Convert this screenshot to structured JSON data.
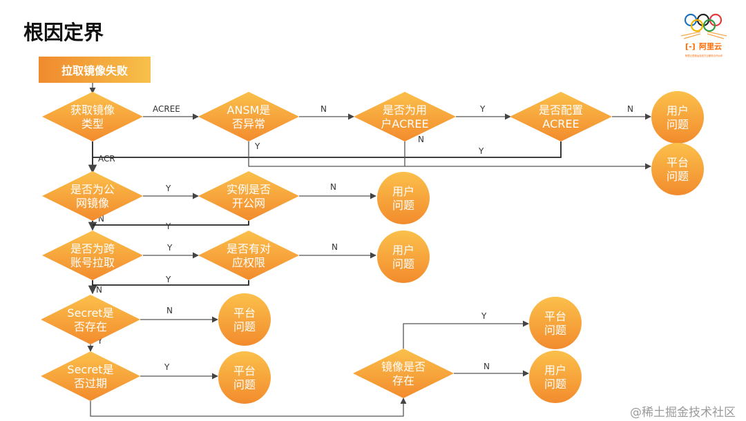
{
  "title": "根因定界",
  "start_label": "拉取镜像失败",
  "logo": {
    "brand": "阿里云",
    "icon": "olympic-rings-icon",
    "tagline": "阿里云是奥运会官方云服务合作伙伴"
  },
  "watermark": "@稀土掘金技术社区",
  "colors": {
    "shape_light": "#fbc04b",
    "shape_dark": "#f28b2d",
    "text": "#ffffff",
    "line": "#555555"
  },
  "nodes": {
    "d_type": [
      "获取镜像",
      "类型"
    ],
    "d_ansm": [
      "ANSM是",
      "否异常"
    ],
    "d_user_acree": [
      "是否为用",
      "户ACREE"
    ],
    "d_config": [
      "是否配置",
      "ACREE"
    ],
    "c_user1": [
      "用户",
      "问题"
    ],
    "c_plat1": [
      "平台",
      "问题"
    ],
    "d_public": [
      "是否为公",
      "网镜像"
    ],
    "d_inst": [
      "实例是否",
      "开公网"
    ],
    "c_user2": [
      "用户",
      "问题"
    ],
    "d_cross": [
      "是否为跨",
      "账号拉取"
    ],
    "d_perm": [
      "是否有对",
      "应权限"
    ],
    "c_user3": [
      "用户",
      "问题"
    ],
    "d_secret_exist": [
      "Secret是",
      "否存在"
    ],
    "c_plat2": [
      "平台",
      "问题"
    ],
    "d_secret_exp": [
      "Secret是",
      "否过期"
    ],
    "c_plat3": [
      "平台",
      "问题"
    ],
    "d_img": [
      "镜像是否",
      "存在"
    ],
    "c_plat4": [
      "平台",
      "问题"
    ],
    "c_user4": [
      "用户",
      "问题"
    ]
  },
  "edges": {
    "e_type_ansm": "ACREE",
    "e_type_acr": "ACR",
    "e_ansm_user": "N",
    "e_ansm_y": "Y",
    "e_user_config": "Y",
    "e_user_n": "N",
    "e_config_user": "N",
    "e_config_y": "Y",
    "e_public_inst": "Y",
    "e_inst_user": "N",
    "e_public_n": "N",
    "e_inst_y": "Y",
    "e_cross_perm": "Y",
    "e_perm_user": "N",
    "e_cross_n": "N",
    "e_perm_y": "Y",
    "e_sexist_plat": "N",
    "e_sexist_y": "Y",
    "e_sexp_plat": "Y",
    "e_img_y": "Y",
    "e_img_n": "N"
  }
}
